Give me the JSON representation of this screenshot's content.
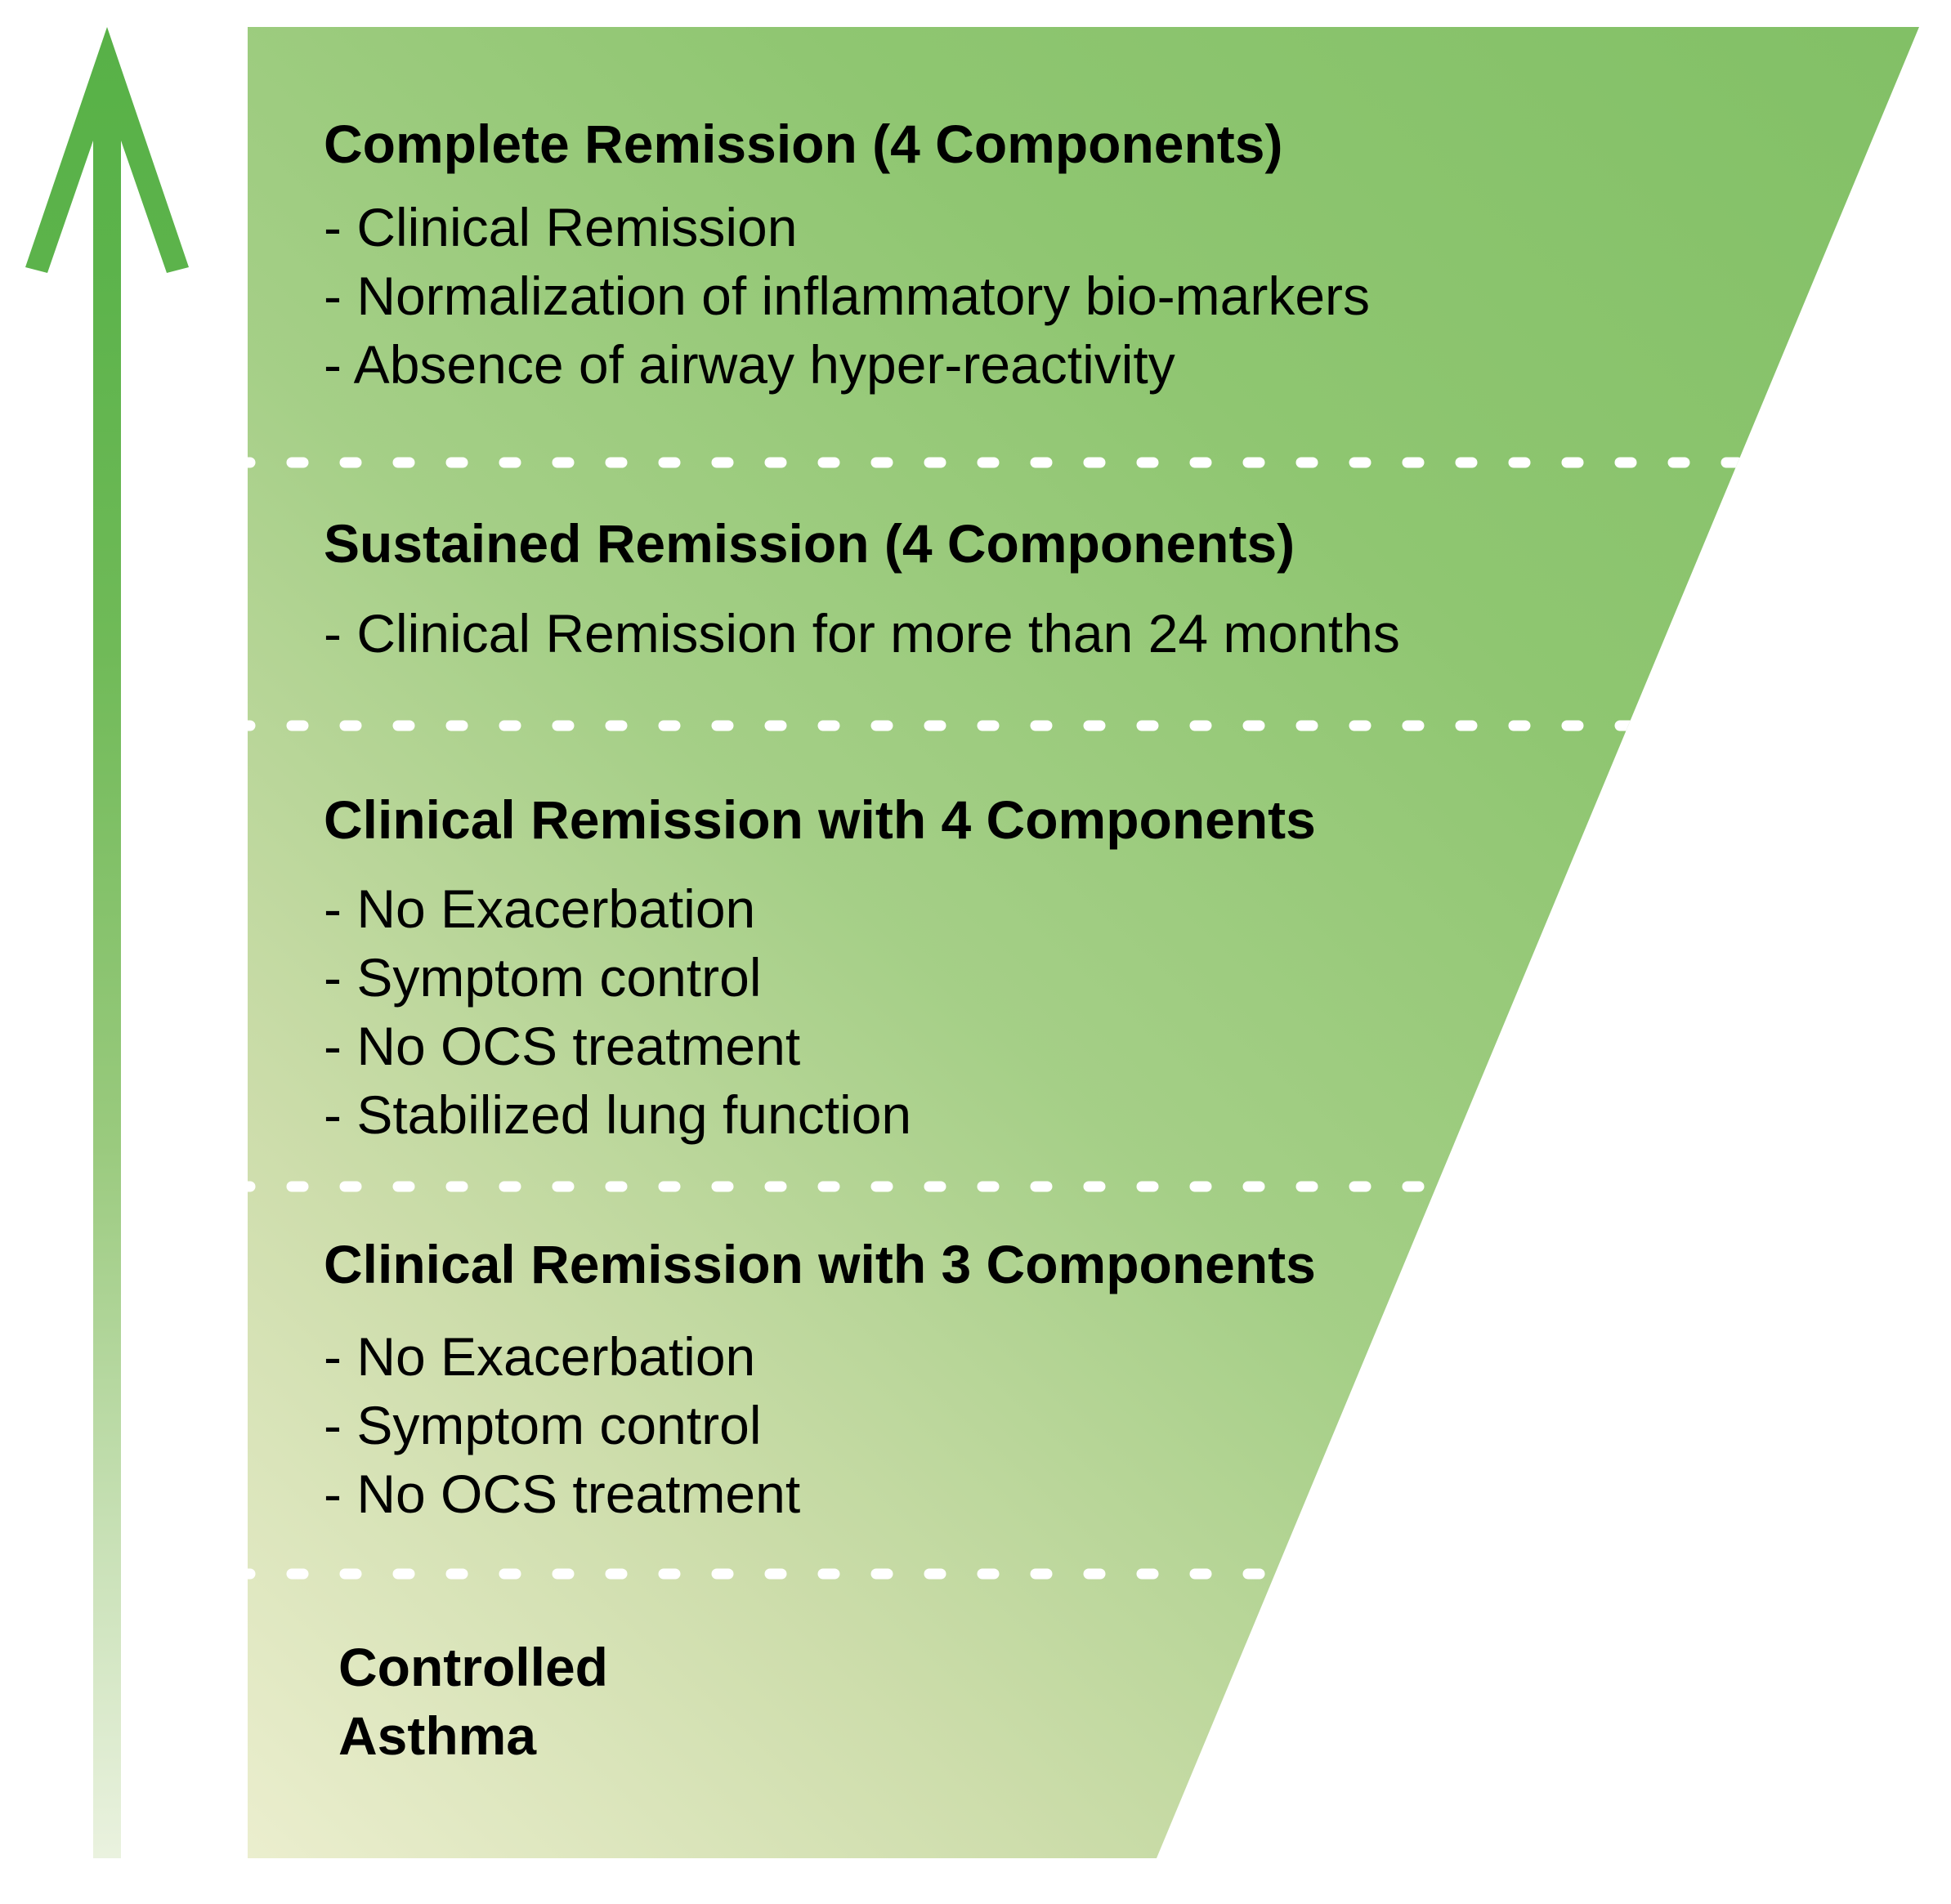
{
  "figure": {
    "description": "Asthma remission levels funnel diagram",
    "direction_arrow": "up-arrow"
  },
  "sections": [
    {
      "title": "Complete Remission (4 Components)",
      "bullets": [
        "- Clinical Remission",
        "- Normalization of inflammatory bio-markers",
        "- Absence of airway hyper-reactivity"
      ]
    },
    {
      "title": "Sustained Remission (4 Components)",
      "bullets": [
        "- Clinical Remission for more than 24 months"
      ]
    },
    {
      "title": "Clinical Remission with 4 Components",
      "bullets": [
        "- No Exacerbation",
        "- Symptom control",
        "- No OCS treatment",
        "- Stabilized lung function"
      ]
    },
    {
      "title": "Clinical Remission with 3 Components",
      "bullets": [
        "- No Exacerbation",
        "- Symptom control",
        "- No OCS treatment"
      ]
    },
    {
      "title": "Controlled Asthma",
      "lines": [
        "Controlled",
        "Asthma"
      ]
    }
  ],
  "colors": {
    "funnel_green": "#82c066",
    "funnel_mid": "#a5cf87",
    "funnel_pale": "#ebeece",
    "arrow_green": "#58b147",
    "arrow_fade": "#eaf2df",
    "divider": "#ffffff",
    "text": "#000000"
  }
}
